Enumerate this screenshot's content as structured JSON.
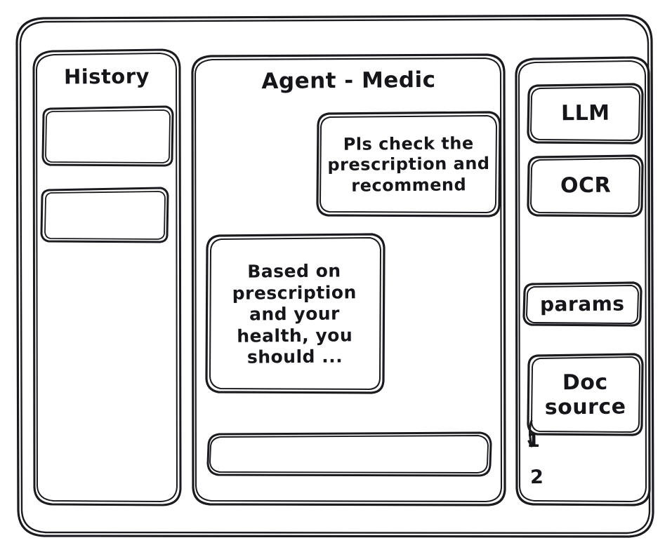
{
  "app": {
    "style": "hand-drawn-wireframe",
    "stroke_color": "#1b1b1f",
    "background_color": "#ffffff"
  },
  "sidebar_history": {
    "title": "History",
    "items": [
      {
        "label": ""
      },
      {
        "label": ""
      }
    ]
  },
  "agent_panel": {
    "title": "Agent - Medic",
    "messages": [
      {
        "role": "user",
        "align": "right",
        "text": "Pls check the prescription and recommend"
      },
      {
        "role": "assistant",
        "align": "left",
        "text": "Based on prescription and your health, you should ..."
      }
    ],
    "composer": {
      "value": "",
      "placeholder": ""
    }
  },
  "tools_panel": {
    "chips": [
      {
        "label": "LLM"
      },
      {
        "label": "OCR"
      },
      {
        "label": "params"
      },
      {
        "label": "Doc source"
      }
    ],
    "source_list": [
      "1",
      "2"
    ]
  }
}
